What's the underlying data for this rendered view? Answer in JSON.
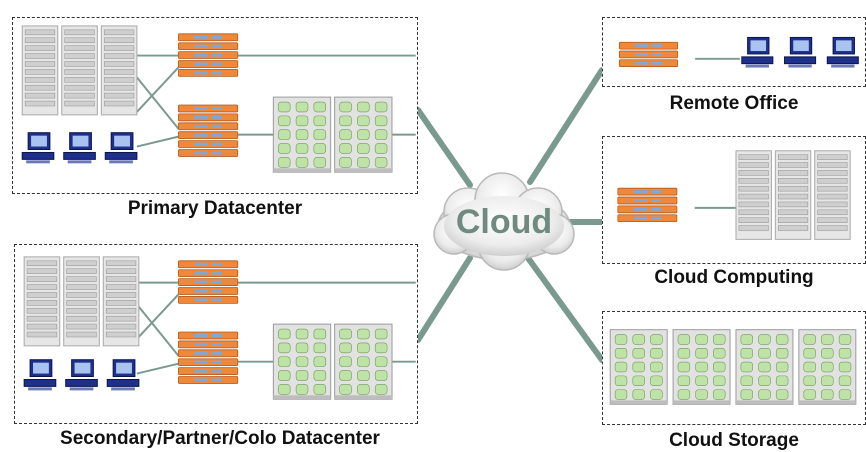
{
  "labels": {
    "primary": "Primary Datacenter",
    "secondary": "Secondary/Partner/Colo Datacenter",
    "remote": "Remote Office",
    "computing": "Cloud Computing",
    "storage": "Cloud Storage",
    "cloud": "Cloud"
  },
  "colors": {
    "switch": "#f0883a",
    "server": "#d9d9d9",
    "storage_cell": "#bfe3a6",
    "link": "#7a9a8f",
    "cloud": "#e4e4e4",
    "monitor": "#1e2f8c"
  },
  "icons": [
    "server-rack-icon",
    "network-switch-icon",
    "storage-array-icon",
    "desktop-computer-icon",
    "cloud-icon"
  ]
}
